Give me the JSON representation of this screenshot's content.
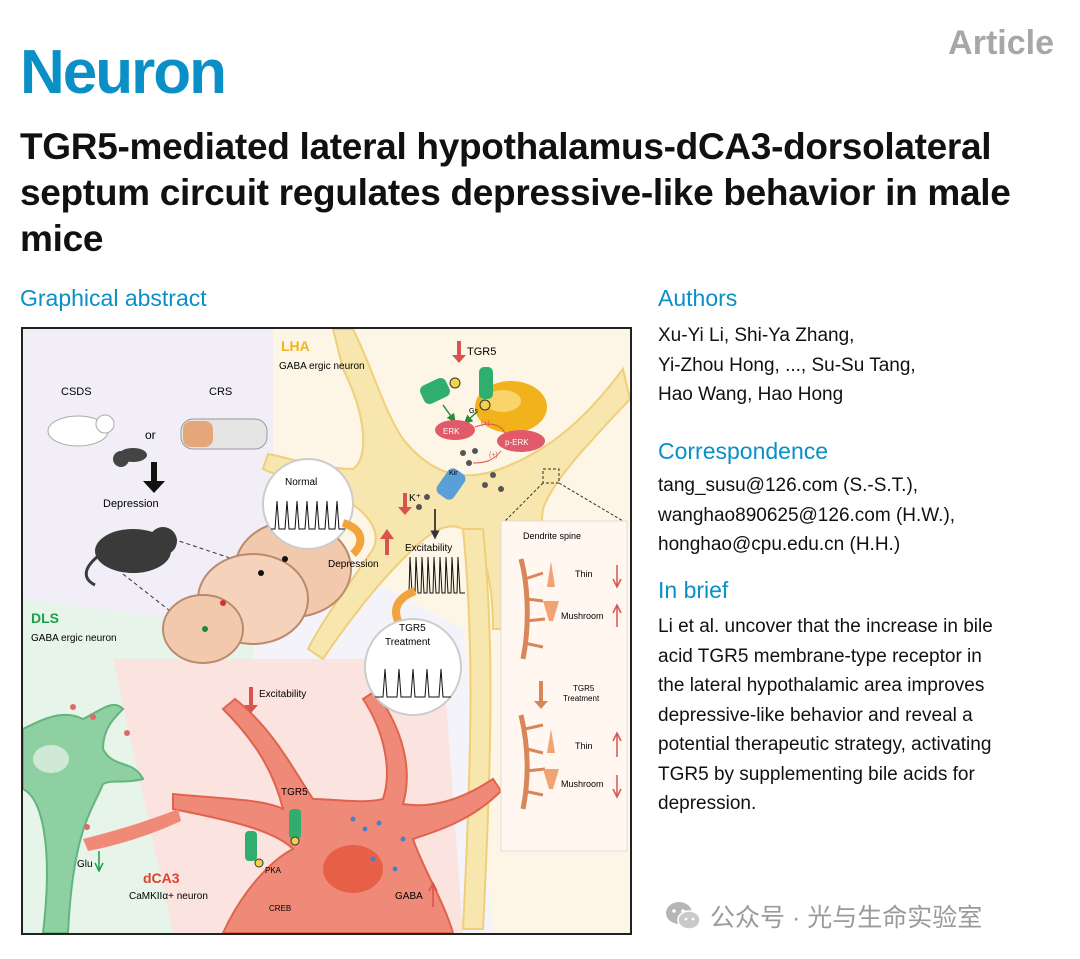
{
  "header": {
    "journal": "Neuron",
    "article_type": "Article"
  },
  "title": "TGR5-mediated lateral hypothalamus-dCA3-dorsolateral septum circuit regulates depressive-like behavior in male mice",
  "graphical_abstract": {
    "heading": "Graphical abstract",
    "labels": {
      "csds": "CSDS",
      "crs": "CRS",
      "or": "or",
      "depression_top": "Depression",
      "lha": "LHA",
      "lha_sub": "GABA ergic neuron",
      "tgr5_top": "TGR5",
      "gs": "Gs",
      "erk": "ERK",
      "perk": "p-ERK",
      "plus1": "(+)",
      "plus2": "(+)",
      "kir": "Kir",
      "kplus": "K⁺",
      "excitability_top": "Excitability",
      "normal": "Normal",
      "depression_mid": "Depression",
      "tgr5_treat": "TGR5",
      "treatment": "Treatment",
      "dendrite_spine": "Dendrite spine",
      "thin1": "Thin",
      "mushroom1": "Mushroom",
      "tgr5_small": "TGR5",
      "treatment_small": "Treatment",
      "thin2": "Thin",
      "mushroom2": "Mushroom",
      "dls": "DLS",
      "dls_sub": "GABA ergic neuron",
      "excitability_bottom": "Excitability",
      "glu": "Glu",
      "tgr5_bottom": "TGR5",
      "pka": "PKA",
      "creb": "CREB",
      "dca3": "dCA3",
      "dca3_sub": "CaMKIIα+ neuron",
      "gaba": "GABA"
    }
  },
  "authors": {
    "heading": "Authors",
    "lines": [
      "Xu-Yi Li, Shi-Ya Zhang,",
      "Yi-Zhou Hong, ..., Su-Su Tang,",
      "Hao Wang, Hao Hong"
    ]
  },
  "correspondence": {
    "heading": "Correspondence",
    "lines": [
      "tang_susu@126.com (S.-S.T.),",
      "wanghao890625@126.com (H.W.),",
      "honghao@cpu.edu.cn (H.H.)"
    ]
  },
  "in_brief": {
    "heading": "In brief",
    "lines": [
      "Li et al. uncover that the increase in bile",
      "acid TGR5 membrane-type receptor in",
      "the lateral hypothalamic area improves",
      "depressive-like behavior and reveal a",
      "potential therapeutic strategy, activating",
      "TGR5 by supplementing bile acids for",
      "depression."
    ]
  },
  "watermark": {
    "text": "公众号 · 光与生命实验室"
  },
  "colors": {
    "brand": "#0a8fc7",
    "lha": "#f2b21c",
    "dls": "#1f9e4a",
    "dca3": "#e0412b",
    "arrow": "#d9534f"
  }
}
